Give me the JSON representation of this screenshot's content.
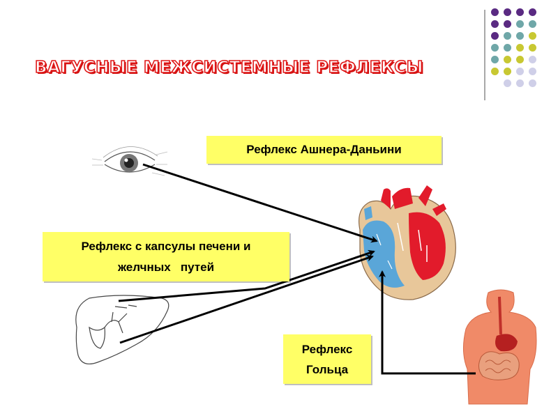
{
  "slide": {
    "title": "ВАГУСНЫЕ МЕЖСИСТЕМНЫЕ РЕФЛЕКСЫ"
  },
  "labels": {
    "ashner": "Рефлекс Ашнера-Даньини",
    "liver_line1": "Рефлекс с капсулы печени и",
    "liver_line2": "желчных   путей",
    "goltz_line1": "Рефлекс",
    "goltz_line2": "Гольца"
  },
  "colors": {
    "title_red": "#e01818",
    "label_fill": "#ffff66",
    "dot_purple": "#5a2a82",
    "dot_teal": "#6fa7a8",
    "dot_olive": "#c8c832",
    "dot_lavender": "#cfcfe8",
    "heart_red": "#e21b2b",
    "heart_blue": "#5aa6d8",
    "heart_wall": "#e8c79a",
    "torso": "#f08a68"
  },
  "icons": [
    "eye-icon",
    "heart-icon",
    "liver-icon",
    "torso-digestive-icon"
  ]
}
